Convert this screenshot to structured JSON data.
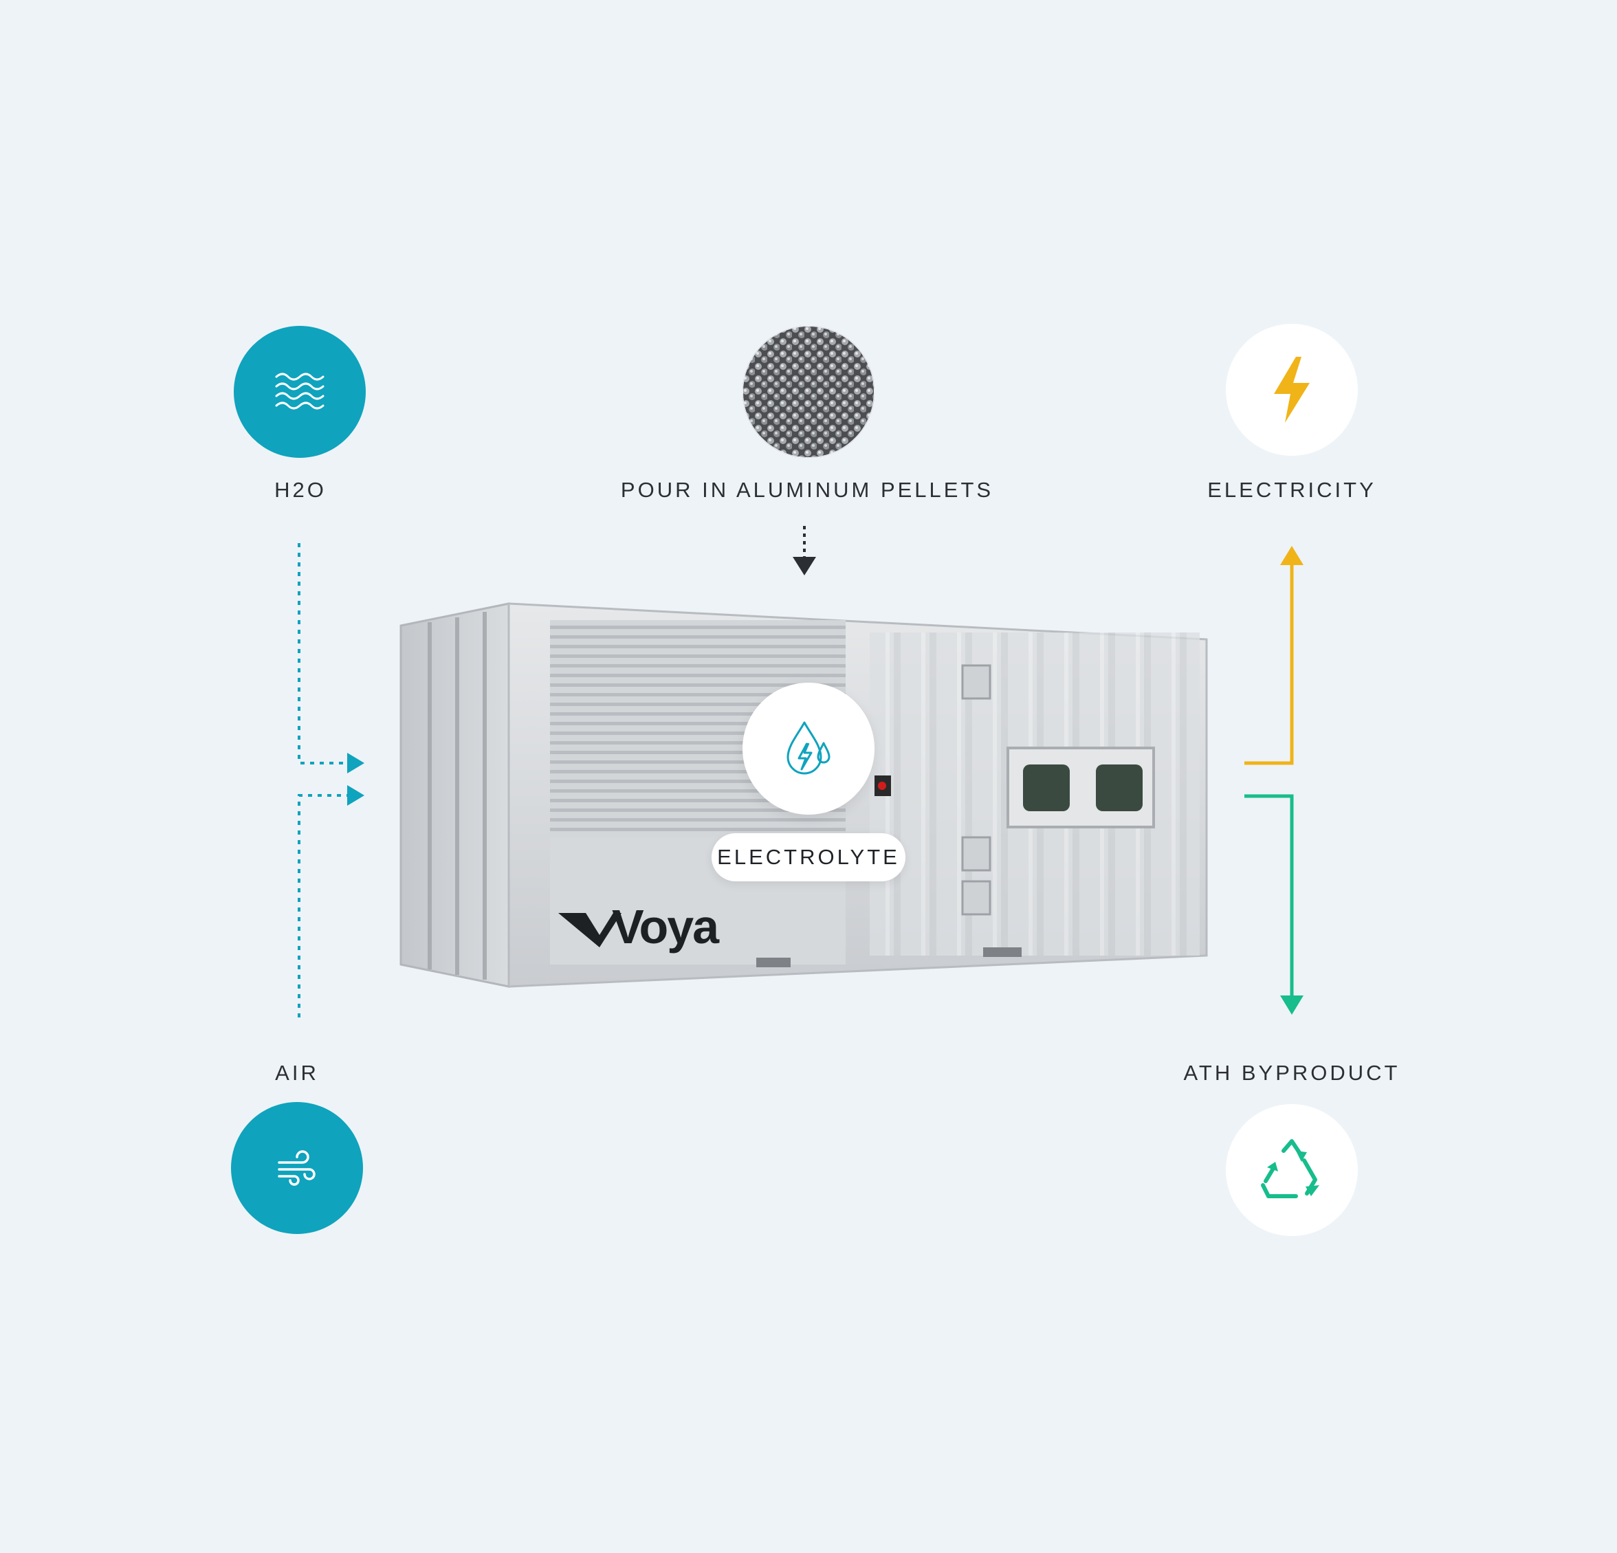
{
  "inputs": {
    "water": {
      "label": "H2O",
      "icon": "waves-icon"
    },
    "air": {
      "label": "AIR",
      "icon": "wind-icon"
    },
    "aluminum": {
      "label": "POUR IN ALUMINUM PELLETS",
      "icon": "aluminum-pellets-image"
    }
  },
  "outputs": {
    "electricity": {
      "label": "ELECTRICITY",
      "icon": "lightning-bolt-icon"
    },
    "byproduct": {
      "label": "ATH BYPRODUCT",
      "icon": "recycle-icon"
    }
  },
  "unit": {
    "brand": "Voya",
    "electrolyte_label": "ELECTROLYTE",
    "electrolyte_icon": "droplet-bolt-icon"
  },
  "colors": {
    "background": "#eef3f7",
    "teal": "#0fa3bd",
    "yellow": "#f0b418",
    "green": "#17bd8c",
    "dark": "#2b2f33"
  }
}
